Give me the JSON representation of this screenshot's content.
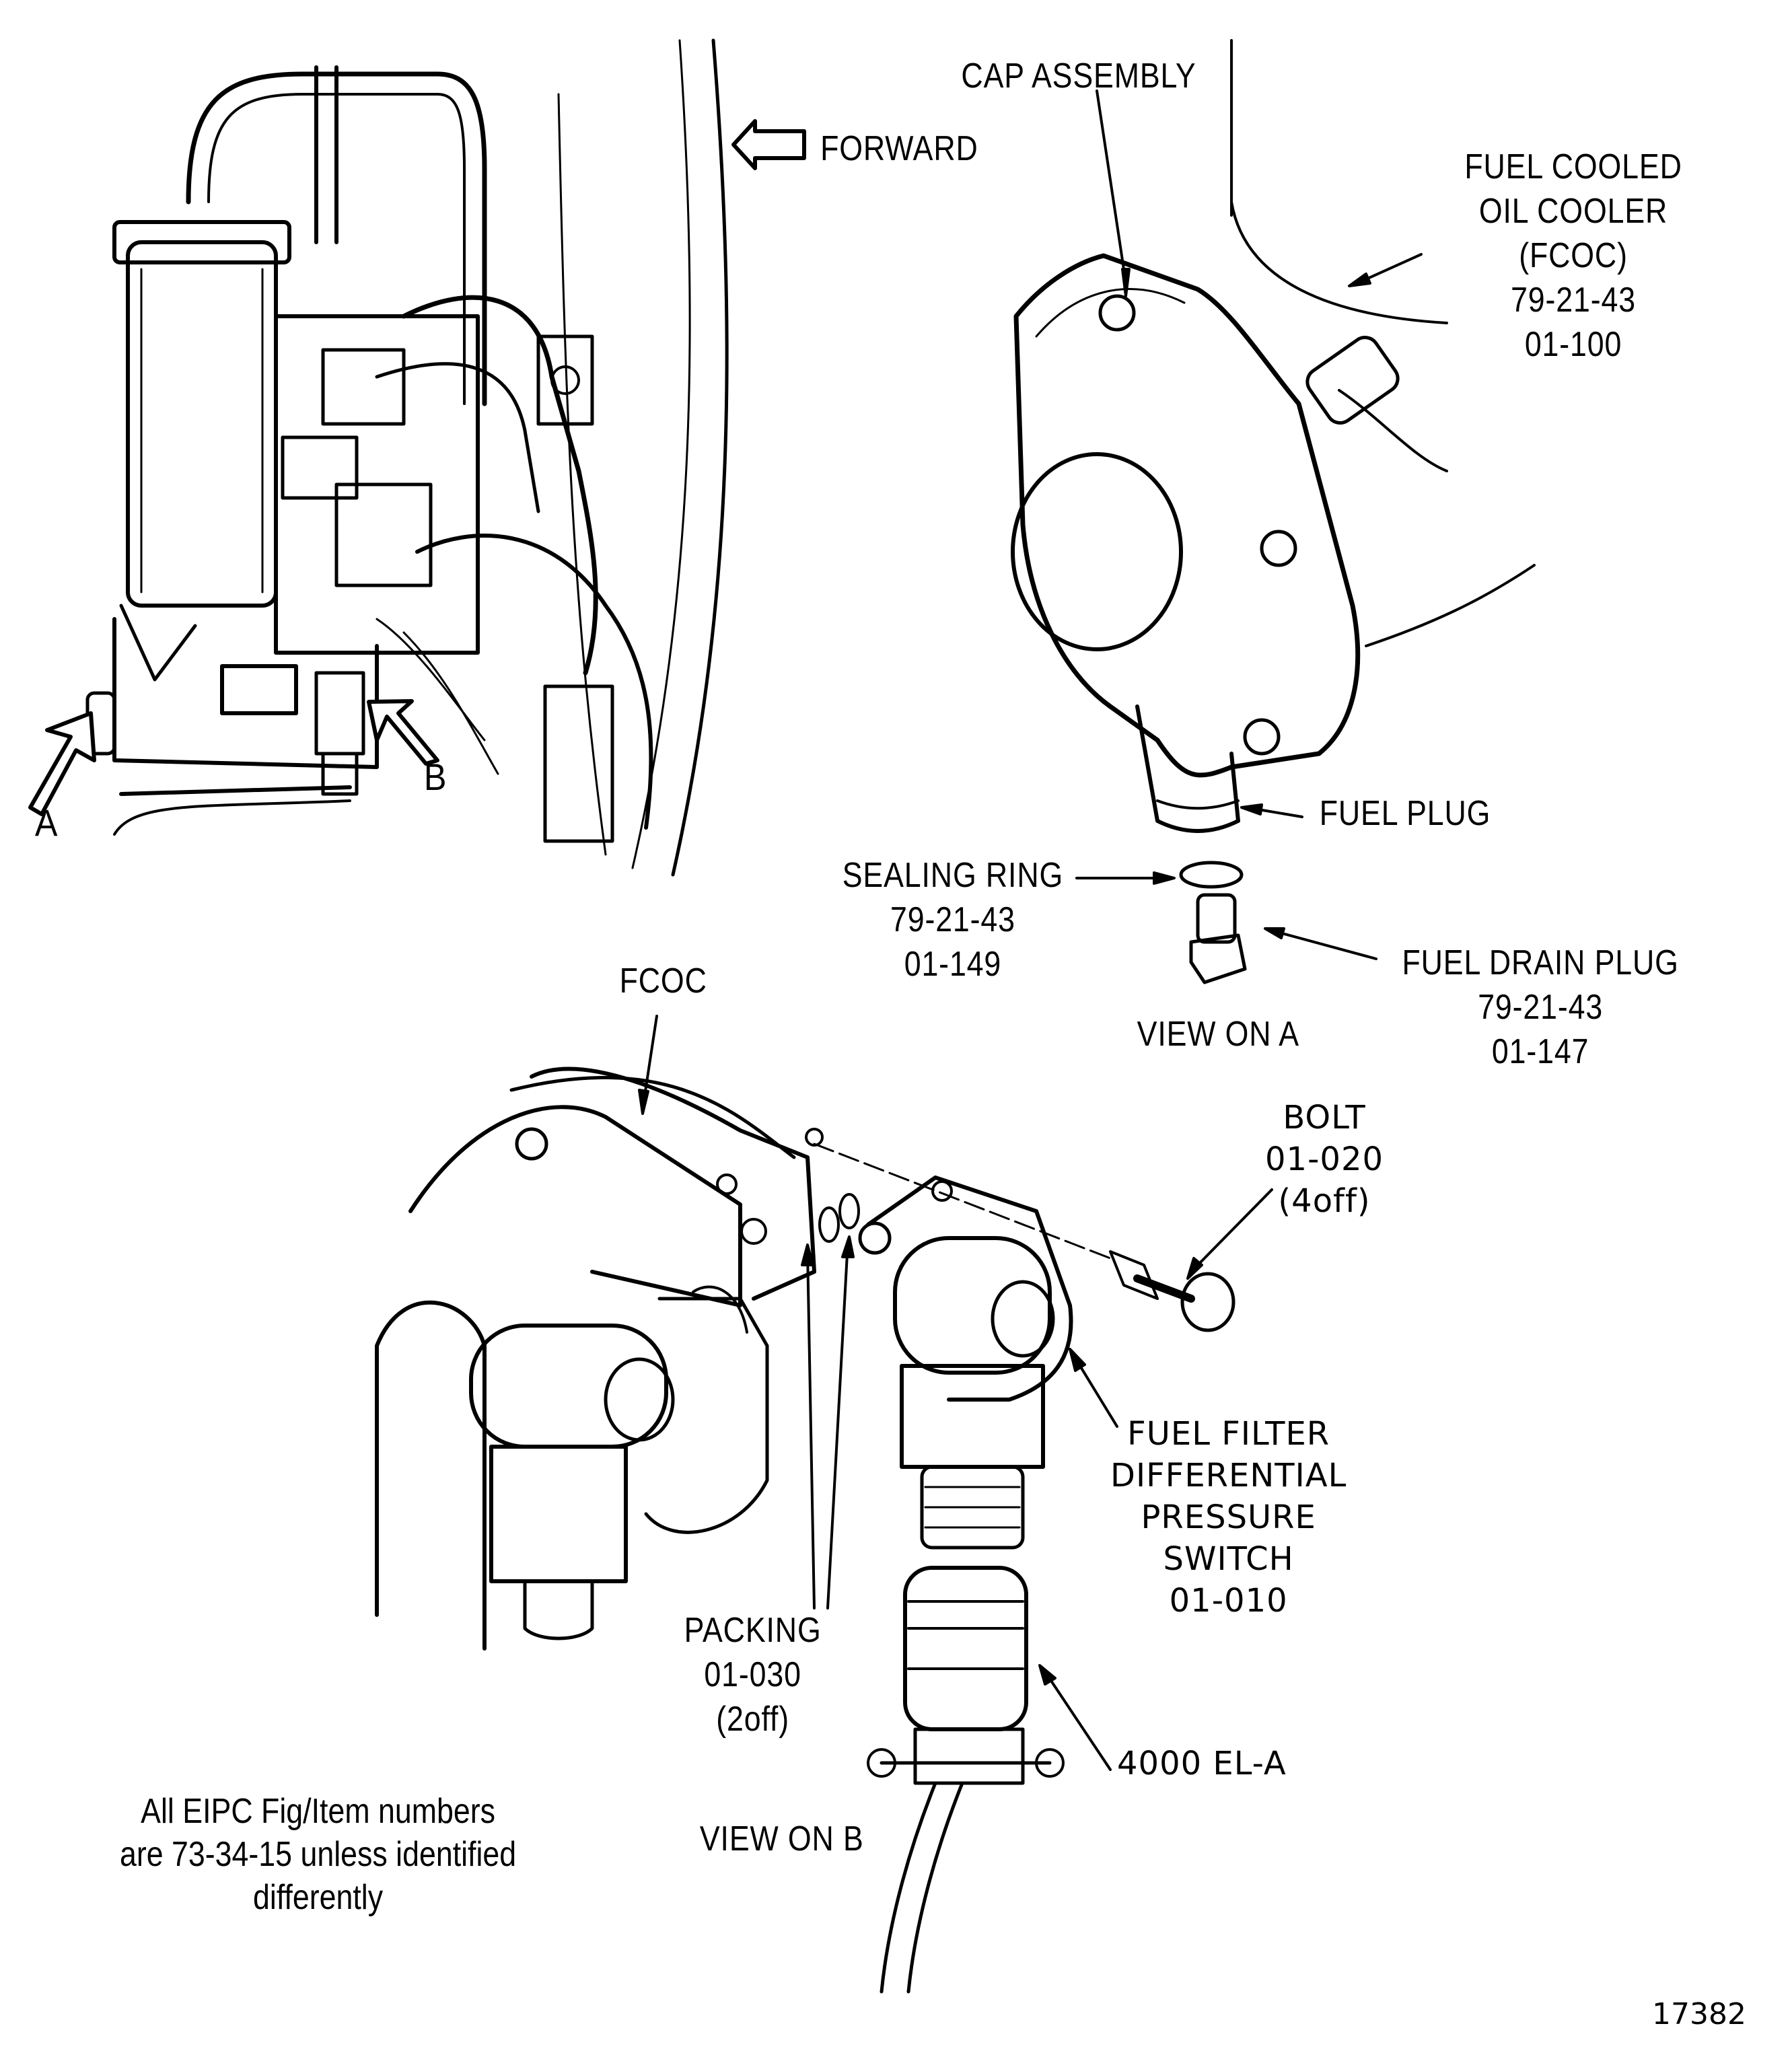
{
  "figure_number": "17382",
  "direction": {
    "label": "FORWARD",
    "icon": "left-arrow-icon"
  },
  "view_arrows": {
    "a": "A",
    "b": "B"
  },
  "view_a": {
    "title": "VIEW ON A",
    "labels": {
      "cap_assembly": [
        "CAP ASSEMBLY"
      ],
      "fcoc": [
        "FUEL COOLED",
        "OIL COOLER",
        "(FCOC)",
        "79-21-43",
        "01-100"
      ],
      "fuel_plug": [
        "FUEL PLUG"
      ],
      "sealing_ring": [
        "SEALING RING",
        "79-21-43",
        "01-149"
      ],
      "fuel_drain_plug": [
        "FUEL DRAIN PLUG",
        "79-21-43",
        "01-147"
      ]
    }
  },
  "view_b": {
    "title": "VIEW ON B",
    "labels": {
      "fcoc": [
        "FCOC"
      ],
      "bolt": [
        "BOLT",
        "01-020",
        "(4off)"
      ],
      "switch": [
        "FUEL FILTER",
        "DIFFERENTIAL",
        "PRESSURE",
        "SWITCH",
        "01-010"
      ],
      "packing": [
        "PACKING",
        "01-030",
        "(2off)"
      ],
      "connector": [
        "4000 EL-A"
      ]
    }
  },
  "note": [
    "All EIPC Fig/Item numbers",
    "are 73-34-15 unless identified",
    "differently"
  ]
}
